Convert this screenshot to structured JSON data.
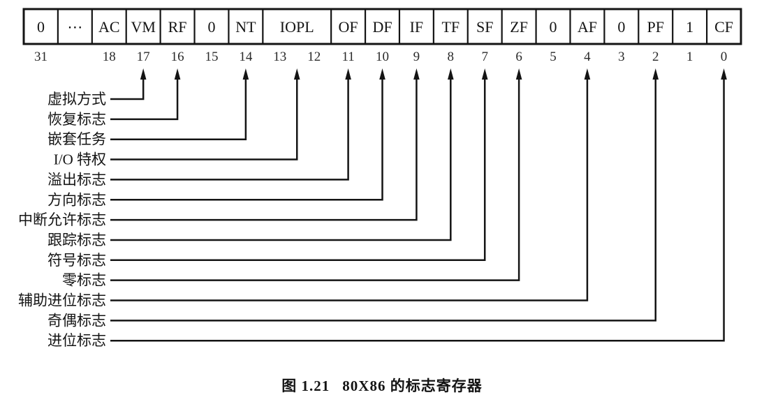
{
  "figure": {
    "title": "80X86 flags register diagram",
    "register": {
      "cells": [
        {
          "label": "0",
          "bits": [
            31
          ]
        },
        {
          "label": "⋯",
          "bits": []
        },
        {
          "label": "AC",
          "bits": [
            18
          ]
        },
        {
          "label": "VM",
          "bits": [
            17
          ]
        },
        {
          "label": "RF",
          "bits": [
            16
          ]
        },
        {
          "label": "0",
          "bits": [
            15
          ]
        },
        {
          "label": "NT",
          "bits": [
            14
          ]
        },
        {
          "label": "IOPL",
          "bits": [
            13,
            12
          ]
        },
        {
          "label": "OF",
          "bits": [
            11
          ]
        },
        {
          "label": "DF",
          "bits": [
            10
          ]
        },
        {
          "label": "IF",
          "bits": [
            9
          ]
        },
        {
          "label": "TF",
          "bits": [
            8
          ]
        },
        {
          "label": "SF",
          "bits": [
            7
          ]
        },
        {
          "label": "ZF",
          "bits": [
            6
          ]
        },
        {
          "label": "0",
          "bits": [
            5
          ]
        },
        {
          "label": "AF",
          "bits": [
            4
          ]
        },
        {
          "label": "0",
          "bits": [
            3
          ]
        },
        {
          "label": "PF",
          "bits": [
            2
          ]
        },
        {
          "label": "1",
          "bits": [
            1
          ]
        },
        {
          "label": "CF",
          "bits": [
            0
          ]
        }
      ],
      "bit_numbers": [
        "31",
        "18",
        "17",
        "16",
        "15",
        "14",
        "13",
        "12",
        "11",
        "10",
        "9",
        "8",
        "7",
        "6",
        "5",
        "4",
        "3",
        "2",
        "1",
        "0"
      ]
    },
    "flag_labels": [
      {
        "text": "虚拟方式",
        "flag": "VM",
        "bit": 17
      },
      {
        "text": "恢复标志",
        "flag": "RF",
        "bit": 16
      },
      {
        "text": "嵌套任务",
        "flag": "NT",
        "bit": 14
      },
      {
        "text": "I/O 特权",
        "flag": "IOPL",
        "bit": 12.5
      },
      {
        "text": "溢出标志",
        "flag": "OF",
        "bit": 11
      },
      {
        "text": "方向标志",
        "flag": "DF",
        "bit": 10
      },
      {
        "text": "中断允许标志",
        "flag": "IF",
        "bit": 9
      },
      {
        "text": "跟踪标志",
        "flag": "TF",
        "bit": 8
      },
      {
        "text": "符号标志",
        "flag": "SF",
        "bit": 7
      },
      {
        "text": "零标志",
        "flag": "ZF",
        "bit": 6
      },
      {
        "text": "辅助进位标志",
        "flag": "AF",
        "bit": 4
      },
      {
        "text": "奇偶标志",
        "flag": "PF",
        "bit": 2
      },
      {
        "text": "进位标志",
        "flag": "CF",
        "bit": 0
      }
    ],
    "caption": {
      "number": "图 1.21",
      "text": "80X86 的标志寄存器"
    },
    "colors": {
      "ink": "#141414",
      "background": "#ffffff"
    }
  }
}
